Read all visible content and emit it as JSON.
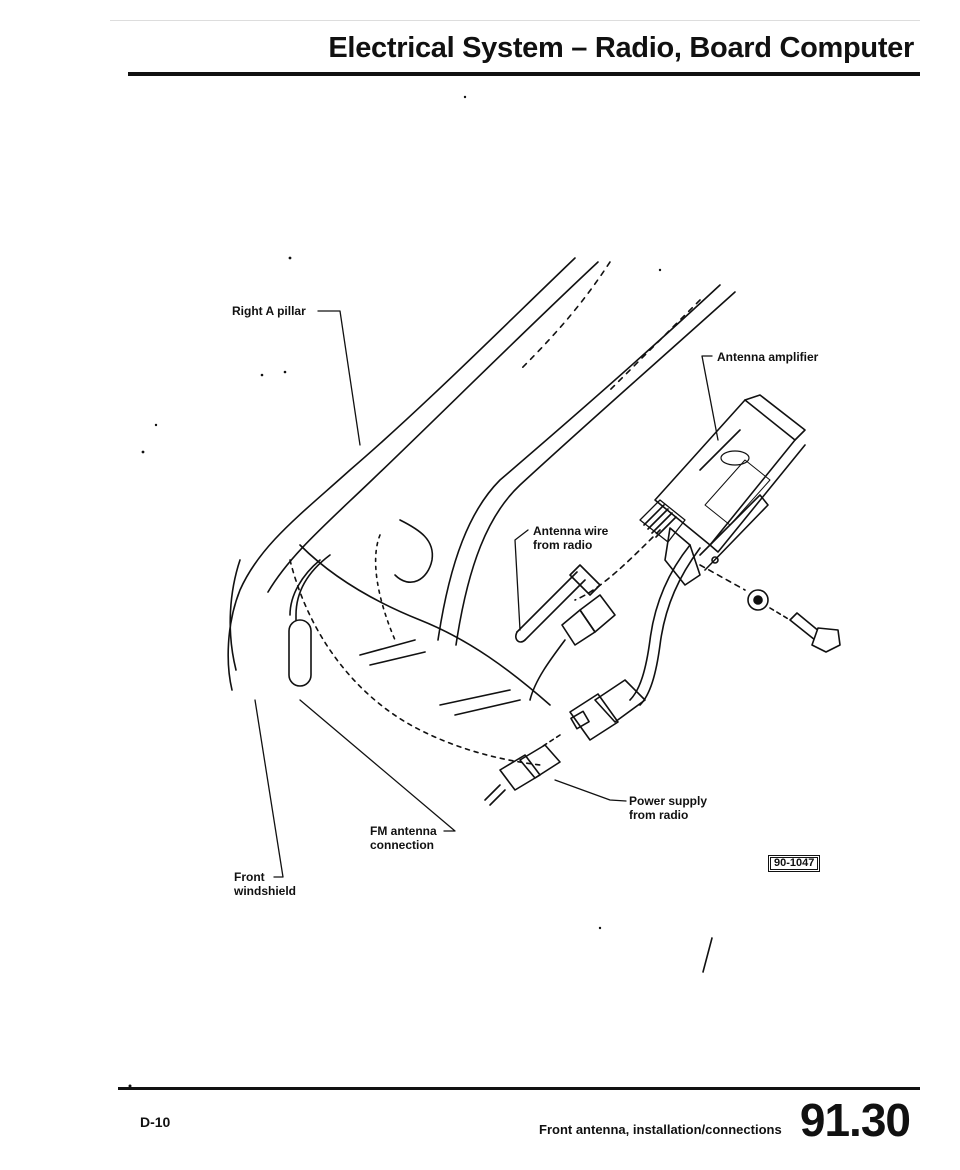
{
  "header": {
    "title": "Electrical System – Radio, Board Computer"
  },
  "callouts": {
    "right_a_pillar": "Right A pillar",
    "antenna_amplifier": "Antenna amplifier",
    "antenna_wire_line1": "Antenna wire",
    "antenna_wire_line2": "from radio",
    "power_supply_line1": "Power supply",
    "power_supply_line2": "from radio",
    "fm_antenna_line1": "FM antenna",
    "fm_antenna_line2": "connection",
    "front_windshield_line1": "Front",
    "front_windshield_line2": "windshield"
  },
  "figure": {
    "id": "90-1047"
  },
  "footer": {
    "page_number": "D-10",
    "caption": "Front antenna, installation/connections",
    "section_number": "91.30"
  },
  "colors": {
    "ink": "#111111",
    "paper": "#ffffff"
  }
}
